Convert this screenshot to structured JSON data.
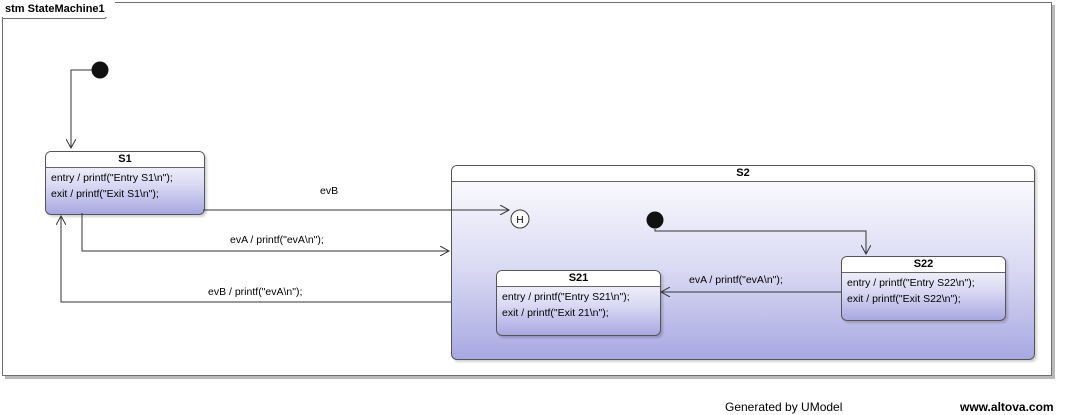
{
  "frame": {
    "title": "stm StateMachine1"
  },
  "states": {
    "s1": {
      "name": "S1",
      "entry": "entry / printf(\"Entry S1\\n\");",
      "exit": "exit / printf(\"Exit S1\\n\");"
    },
    "s2": {
      "name": "S2"
    },
    "s21": {
      "name": "S21",
      "entry": "entry / printf(\"Entry S21\\n\");",
      "exit": "exit / printf(\"Exit 21\\n\");"
    },
    "s22": {
      "name": "S22",
      "entry": "entry / printf(\"Entry S22\\n\");",
      "exit": "exit / printf(\"Exit S22\\n\");"
    }
  },
  "history": {
    "label": "H"
  },
  "transitions": {
    "s1_to_history": "evB",
    "s1_to_s2": "evA / printf(\"evA\\n\");",
    "s2_to_s1": "evB / printf(\"evA\\n\");",
    "s22_to_s21": "evA / printf(\"evA\\n\");"
  },
  "footer": {
    "generated": "Generated by UModel",
    "site": "www.altova.com"
  }
}
